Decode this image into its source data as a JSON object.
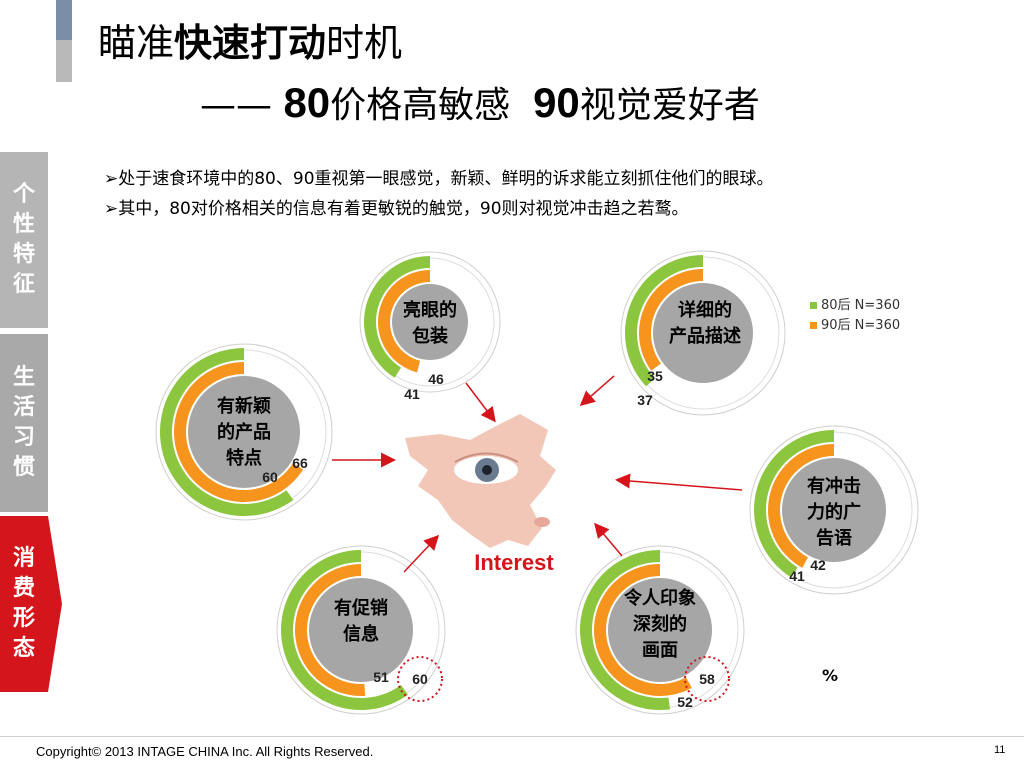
{
  "title": {
    "line1_pre": "瞄准",
    "line1_bold": "快速打动",
    "line1_post": "时机",
    "line2_dash": "——",
    "line2_num1": "80",
    "line2_text1": "价格高敏感",
    "line2_num2": "90",
    "line2_text2": "视觉爱好者"
  },
  "sidebar": {
    "items": [
      {
        "label": "个性特征"
      },
      {
        "label": "生活习惯"
      },
      {
        "label": "消费形态"
      }
    ]
  },
  "bullets": [
    "➢处于速食环境中的80、90重视第一眼感觉，新颖、鲜明的诉求能立刻抓住他们的眼球。",
    "➢其中，80对价格相关的信息有着更敏锐的触觉，90则对视觉冲击趋之若鹜。"
  ],
  "center_label": "Interest",
  "unit": "%",
  "footer": {
    "copyright": "Copyright© 2013 INTAGE CHINA Inc. All Rights Reserved.",
    "page": "11"
  },
  "colors": {
    "green": "#8cc63f",
    "orange": "#f7941d",
    "red": "#d4151c"
  },
  "chart_data": {
    "type": "donut",
    "series": [
      {
        "name": "80后 N=360",
        "color": "#8cc63f"
      },
      {
        "name": "90后 N=360",
        "color": "#f7941d"
      }
    ],
    "categories": [
      {
        "label": "亮眼的包装",
        "values": [
          41,
          46
        ]
      },
      {
        "label": "详细的产品描述",
        "values": [
          37,
          35
        ]
      },
      {
        "label": "有新颖的产品特点",
        "values": [
          60,
          66
        ]
      },
      {
        "label": "有冲击力的广告语",
        "values": [
          41,
          42
        ]
      },
      {
        "label": "有促销信息",
        "values": [
          60,
          51
        ],
        "highlight": "80后"
      },
      {
        "label": "令人印象深刻的画面",
        "values": [
          52,
          58
        ],
        "highlight": "90后"
      }
    ]
  }
}
